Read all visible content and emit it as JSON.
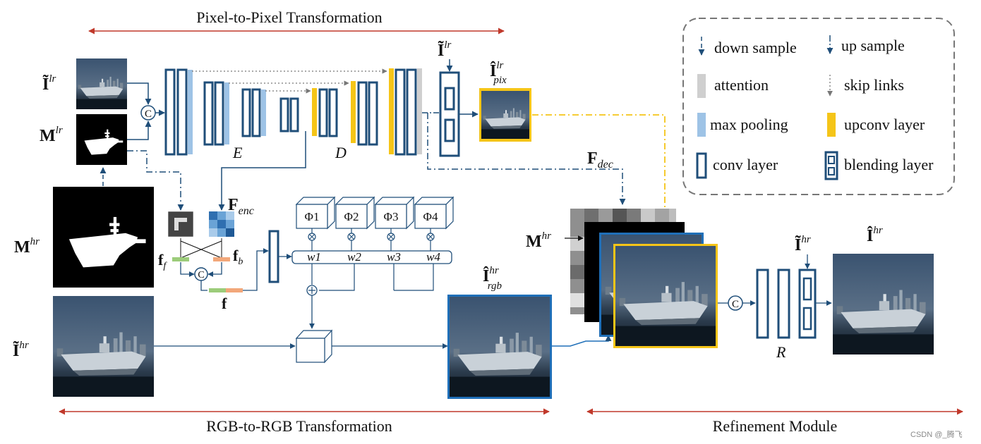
{
  "titles": {
    "pixel": "Pixel-to-Pixel Transformation",
    "rgb": "RGB-to-RGB Transformation",
    "refine": "Refinement Module"
  },
  "labels": {
    "i_lr_in": "Ĩ",
    "i_lr_in_sup": "lr",
    "m_lr": "M",
    "m_lr_sup": "lr",
    "m_hr": "M",
    "m_hr_sup": "hr",
    "i_hr_in": "Ĩ",
    "i_hr_in_sup": "hr",
    "encoder": "E",
    "decoder": "D",
    "i_lr_blend": "Ĩ",
    "i_lr_blend_sup": "lr",
    "i_pix": "Î",
    "i_pix_sup": "lr",
    "i_pix_sub": "pix",
    "f_enc": "F",
    "f_enc_sub": "enc",
    "f_dec": "F",
    "f_dec_sub": "dec",
    "f_f": "f",
    "f_f_sub": "f",
    "f_b": "f",
    "f_b_sub": "b",
    "f": "f",
    "concat": "C",
    "phi": [
      "Φ1",
      "Φ2",
      "Φ3",
      "Φ4"
    ],
    "w": [
      "w1",
      "w2",
      "w3",
      "w4"
    ],
    "i_rgb": "Î",
    "i_rgb_sup": "hr",
    "i_rgb_sub": "rgb",
    "m_hr_ref": "M",
    "m_hr_ref_sup": "hr",
    "i_hr_ref": "Ĩ",
    "i_hr_ref_sup": "hr",
    "i_hr_out": "Î",
    "i_hr_out_sup": "hr",
    "refine_R": "R"
  },
  "legend": {
    "down_sample": "down sample",
    "up_sample": "up sample",
    "attention": "attention",
    "skip_links": "skip links",
    "max_pooling": "max pooling",
    "upconv_layer": "upconv layer",
    "conv_layer": "conv layer",
    "blending_layer": "blending layer"
  },
  "colors": {
    "navy": "#1f4e79",
    "red": "#c0392b",
    "yellow": "#f5c518",
    "blue_pool": "#9ec3e6",
    "gray_att": "#cfcfcf",
    "green": "#9ccc7a",
    "orange": "#f2a77a"
  },
  "watermark": "CSDN @_腾飞"
}
